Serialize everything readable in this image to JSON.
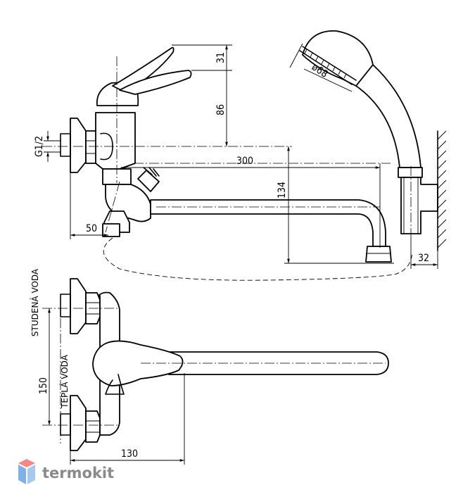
{
  "dimensions": {
    "d31": "31",
    "d86": "86",
    "d300": "300",
    "d134": "134",
    "d50": "50",
    "d32": "32",
    "dia68": "ø68",
    "g12": "G1/2",
    "d150": "150",
    "d130": "130"
  },
  "labels": {
    "cold_water": "STUDENÁ VODA",
    "hot_water": "TEPLÁ VODA"
  },
  "brand": {
    "name": "termokit",
    "color_top": "#f08a8a",
    "color_left": "#7fb0e6",
    "color_right": "#a7c8f0"
  }
}
